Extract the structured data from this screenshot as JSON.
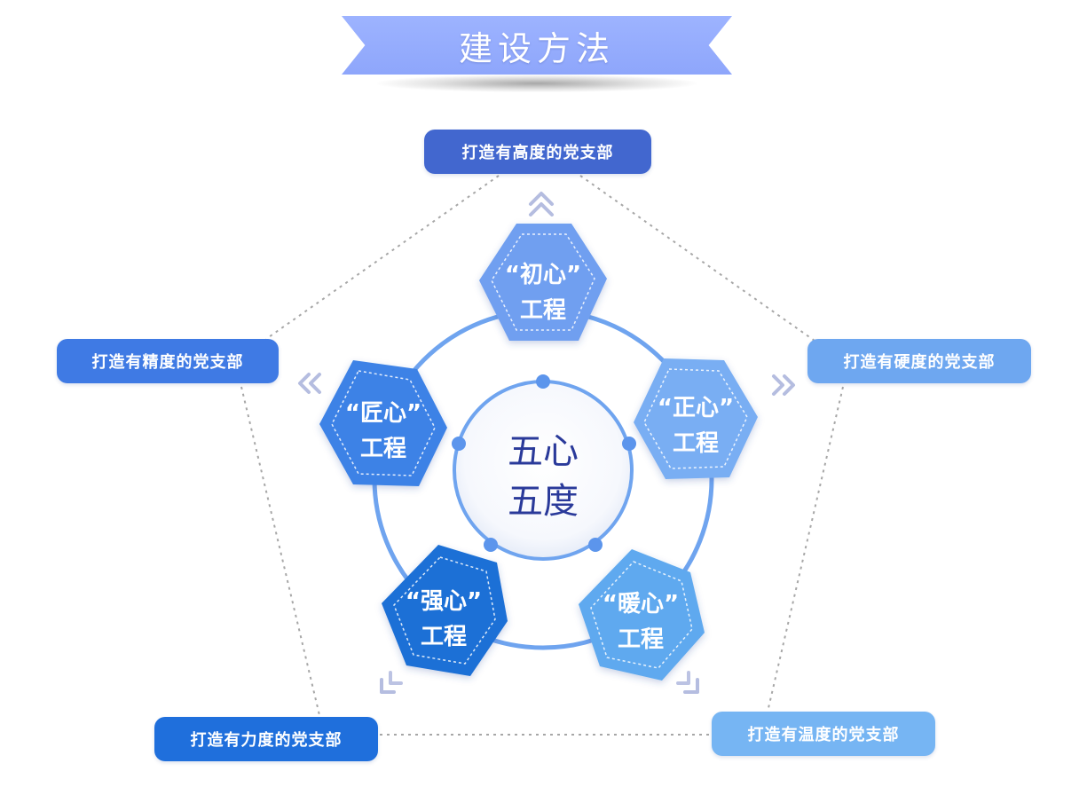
{
  "banner": {
    "title": "建设方法"
  },
  "center": {
    "line1": "五心",
    "line2": "五度"
  },
  "engineering": [
    {
      "line1": "“初心”",
      "line2": "工程",
      "color": "#6f9ff0"
    },
    {
      "line1": "“正心”",
      "line2": "工程",
      "color": "#79aef3"
    },
    {
      "line1": "“暖心”",
      "line2": "工程",
      "color": "#5ea9ef"
    },
    {
      "line1": "“强心”",
      "line2": "工程",
      "color": "#1d6fd6"
    },
    {
      "line1": "“匠心”",
      "line2": "工程",
      "color": "#3e82e6"
    }
  ],
  "pillars": {
    "top": "打造有高度的党支部",
    "left": "打造有精度的党支部",
    "right": "打造有硬度的党支部",
    "bottom_left": "打造有力度的党支部",
    "bottom_right": "打造有温度的党支部"
  },
  "colors": {
    "ring": "#6fa4ef",
    "center_text": "#2a3a9a",
    "dotted_line": "#a7a7a7",
    "chevron": "#b5bde0"
  }
}
